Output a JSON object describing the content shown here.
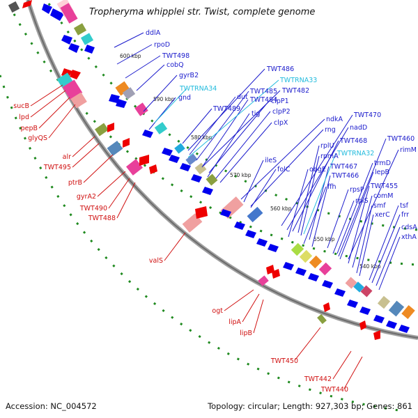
{
  "title": "Tropheryma whipplei str. Twist, complete genome",
  "footer": {
    "accession": "Accession: NC_004572",
    "summary": "Topology: circular; Length: 927,303 bp; Genes: 861"
  },
  "colors": {
    "forward_label": "#1a1acc",
    "reverse_label": "#d01010",
    "rna_label": "#22bbdd",
    "backbone": "#808080",
    "forward_cds": "#0000ee",
    "reverse_cds": "#ee0000",
    "dots": "#1f8a1f"
  },
  "kbp_ticks": [
    "600 kbp",
    "590 kbp",
    "580 kbp",
    "570 kbp",
    "560 kbp",
    "550 kbp",
    "540 kbp"
  ],
  "forward_labels": [
    "ddlA",
    "rpoD",
    "TWT498",
    "cobQ",
    "gyrB2",
    "gnd",
    "TWT486",
    "dut",
    "TWT485",
    "TWT482",
    "TWT484",
    "clpP1",
    "TWT489",
    "clpP2",
    "tig",
    "clpX",
    "ndkA",
    "TWT470",
    "rng",
    "nadD",
    "TWT460",
    "TWT468",
    "rimM",
    "ileS",
    "folC",
    "rplU",
    "trmD",
    "lepB",
    "rpmA",
    "TWT467",
    "obgE",
    "TWT466",
    "TWT455",
    "comM",
    "rpsP",
    "smf",
    "tsf",
    "rplS",
    "ffh",
    "xerC",
    "frr",
    "cdsA",
    "xthA"
  ],
  "rna_labels": [
    "TWTRNA33",
    "TWTRNA34",
    "TWTRNA32"
  ],
  "reverse_labels": [
    "sucB",
    "lpd",
    "pepB",
    "glyQS",
    "alr",
    "TWT495",
    "ptrB",
    "gyrA2",
    "TWT490",
    "TWT488",
    "valS",
    "ogt",
    "lipA",
    "lipB",
    "TWT450",
    "TWT442",
    "TWT440"
  ]
}
